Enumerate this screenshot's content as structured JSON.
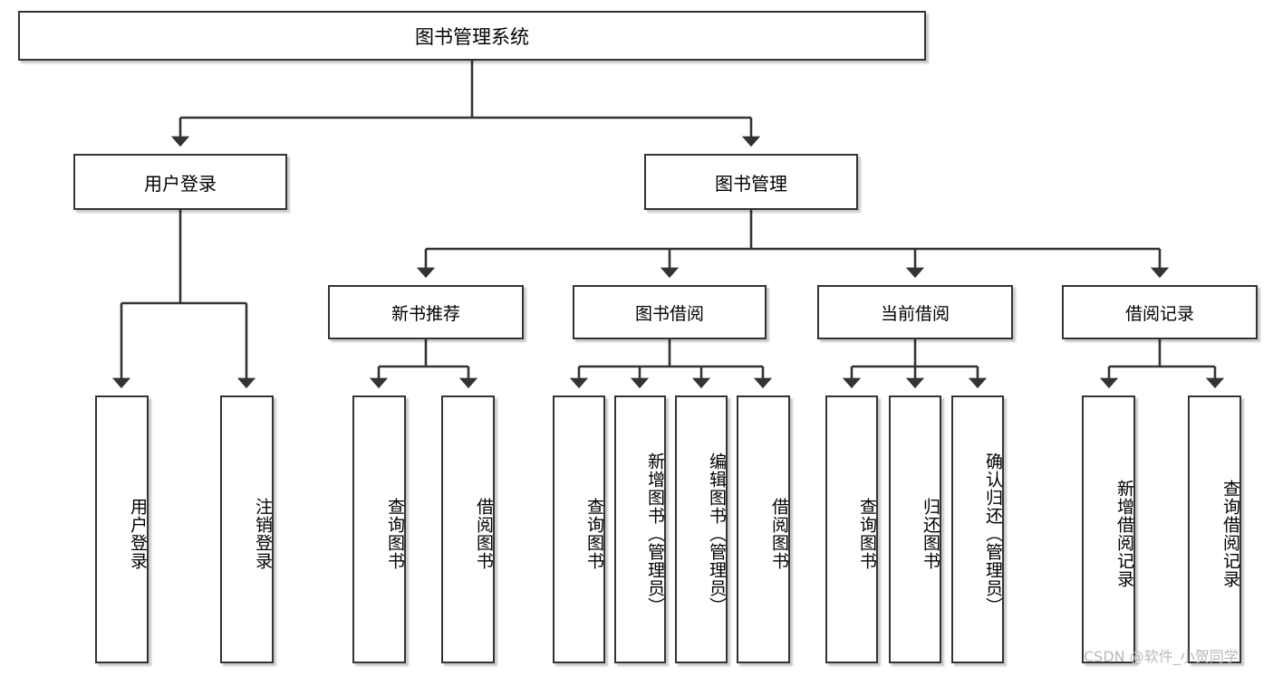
{
  "diagram": {
    "title": "图书管理系统",
    "watermark": "CSDN @软件_小贺同学",
    "colors": {
      "stroke": "#333333",
      "box_fill": "#ffffff",
      "text": "#000000",
      "watermark": "#b9b9b9"
    },
    "levels": {
      "root": {
        "label": "图书管理系统"
      },
      "level2": [
        {
          "id": "user-login",
          "label": "用户登录"
        },
        {
          "id": "book-management",
          "label": "图书管理"
        }
      ],
      "level3": [
        {
          "id": "new-book-recommend",
          "label": "新书推荐"
        },
        {
          "id": "book-borrow",
          "label": "图书借阅"
        },
        {
          "id": "current-borrow",
          "label": "当前借阅"
        },
        {
          "id": "borrow-record",
          "label": "借阅记录"
        }
      ],
      "leaves": [
        {
          "id": "leaf-user-login",
          "label": "用户登录",
          "parent": "user-login"
        },
        {
          "id": "leaf-logout-login",
          "label": "注销登录",
          "parent": "user-login"
        },
        {
          "id": "leaf-query-book-1",
          "label": "查询图书",
          "parent": "new-book-recommend"
        },
        {
          "id": "leaf-borrow-book-1",
          "label": "借阅图书",
          "parent": "new-book-recommend"
        },
        {
          "id": "leaf-query-book-2",
          "label": "查询图书",
          "parent": "book-borrow"
        },
        {
          "id": "leaf-add-book",
          "label": "新增图书（管理员）",
          "parent": "book-borrow"
        },
        {
          "id": "leaf-edit-book",
          "label": "编辑图书（管理员）",
          "parent": "book-borrow"
        },
        {
          "id": "leaf-borrow-book-2",
          "label": "借阅图书",
          "parent": "book-borrow"
        },
        {
          "id": "leaf-query-book-3",
          "label": "查询图书",
          "parent": "current-borrow"
        },
        {
          "id": "leaf-return-book",
          "label": "归还图书",
          "parent": "current-borrow"
        },
        {
          "id": "leaf-confirm-return",
          "label": "确认归还（管理员）",
          "parent": "current-borrow"
        },
        {
          "id": "leaf-add-record",
          "label": "新增借阅记录",
          "parent": "borrow-record"
        },
        {
          "id": "leaf-query-record",
          "label": "查询借阅记录",
          "parent": "borrow-record"
        }
      ]
    }
  }
}
